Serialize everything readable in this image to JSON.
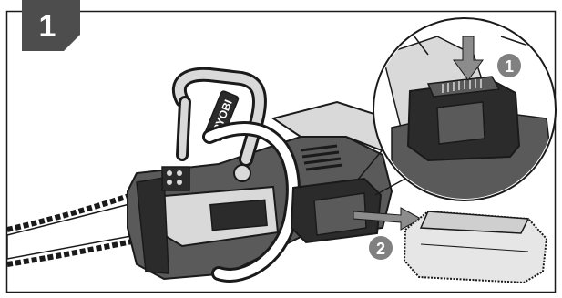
{
  "figure": {
    "step_badge": "1",
    "callouts": [
      "1",
      "2"
    ],
    "brand_mark": "RYOBI",
    "colors": {
      "badge": "#4d4d4d",
      "callout": "#808080",
      "outline": "#1a1a1a",
      "body_dark": "#2b2b2b",
      "body_mid": "#5a5a5a",
      "body_light": "#d9d9d9",
      "arrow": "#8c8c8c"
    }
  }
}
